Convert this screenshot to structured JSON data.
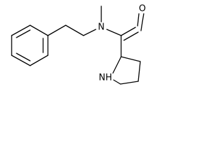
{
  "molecule": {
    "atoms": [
      {
        "id": "O1",
        "element": "O",
        "label": "O"
      },
      {
        "id": "N1",
        "element": "N",
        "label": "N"
      },
      {
        "id": "N2",
        "element": "N",
        "label": "NH"
      }
    ]
  },
  "colors": {
    "bond": "#000000",
    "label": "#000000",
    "background": "#ffffff"
  }
}
